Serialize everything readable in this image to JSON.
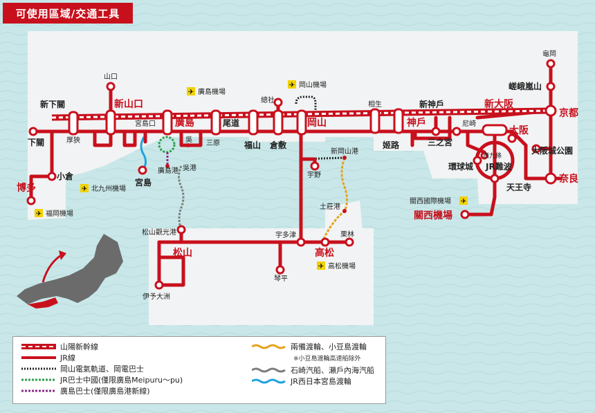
{
  "title": "可使用區域/交通工具",
  "colors": {
    "jr_line": "#c8101d",
    "sea": "#c9e7e8",
    "land": "#f2f3f4",
    "okayama_tram": "#222222",
    "jr_bus": "#2e9e4a",
    "hiroshima_bus": "#8a2a8a",
    "ferry_ryobi": "#e6a21e",
    "ferry_ishizaki": "#7d7d7d",
    "ferry_miyajima": "#1fa3e0"
  },
  "stations": {
    "shimonoseki": "下關",
    "shin_shimonoseki": "新下關",
    "hakata": "博多",
    "kokura": "小倉",
    "shin_yamaguchi": "新山口",
    "yamaguchi": "山口",
    "asa": "厚狹",
    "miyajimaguchi": "宮島口",
    "miyajima": "宮島",
    "hiroshima": "廣島",
    "hiroshima_port": "廣島港",
    "kure": "吳",
    "kure_port": "吳港",
    "mihara": "三原",
    "onomichi": "尾道",
    "fukuyama": "福山",
    "kurashiki": "倉敷",
    "soja": "總社",
    "okayama": "岡山",
    "shin_okayama_port": "新岡山港",
    "uno": "宇野",
    "aioi": "相生",
    "himeji": "姬路",
    "shin_kobe": "新神戶",
    "kobe": "神戶",
    "sannomiya": "三之宮",
    "amagasaki": "尼崎",
    "shin_osaka": "新大阪",
    "osaka": "大阪",
    "kyoto": "京都",
    "kameoka": "龜岡",
    "saga_arashiyama": "嵯峨嵐山",
    "osakajokoen": "大阪城公園",
    "nishikujo": "西九條",
    "universal_city": "環球城",
    "jr_namba": "JR難波",
    "tennoji": "天王寺",
    "nara": "奈良",
    "kansai_airport": "關西機場",
    "matsuyama_kanko_port": "松山觀光港",
    "matsuyama": "松山",
    "iyo_ozu": "伊予大洲",
    "utazu": "宇多津",
    "takamatsu": "高松",
    "kotohira": "琴平",
    "ritsurin": "栗林",
    "tonosho_port": "土莊港"
  },
  "airports": {
    "hiroshima": "廣島機場",
    "okayama": "岡山機場",
    "kitakyushu": "北九州機場",
    "fukuoka": "福岡機場",
    "takamatsu": "高松機場",
    "kansai_intl": "關西國際機場"
  },
  "legend": [
    {
      "id": "shinkansen",
      "label": "山陽新幹線"
    },
    {
      "id": "jr",
      "label": "JR線"
    },
    {
      "id": "okayama_tram",
      "label": "岡山電氣軌道、岡電巴士"
    },
    {
      "id": "jr_bus",
      "label": "JR巴士中國(僅限廣島Meipuru～pu)"
    },
    {
      "id": "hiroshima_bus",
      "label": "廣島巴士(僅限廣島港新線)"
    },
    {
      "id": "ferry_ryobi",
      "label": "兩備渡輪、小豆島渡輪"
    },
    {
      "id": "ferry_note",
      "label": "※小豆島渡輪高速船除外"
    },
    {
      "id": "ferry_ishizaki",
      "label": "石崎汽船、瀨戶內海汽船"
    },
    {
      "id": "ferry_miyajima",
      "label": "JR西日本宮島渡輪"
    }
  ]
}
